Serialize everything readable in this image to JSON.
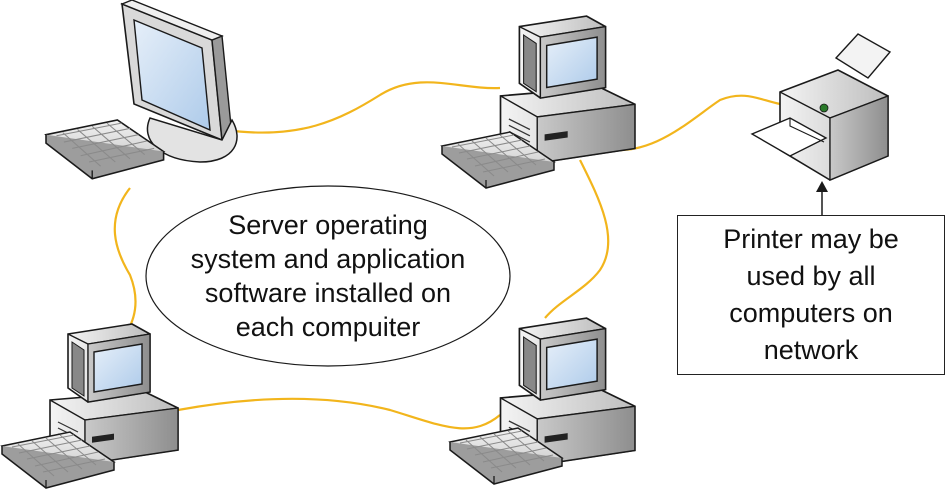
{
  "diagram": {
    "ellipse_lines": [
      "Server operating",
      "system and application",
      "software installed on",
      "each compuiter"
    ],
    "callout_lines": [
      "Printer may be",
      "used by all",
      "computers on",
      "network"
    ]
  },
  "colors": {
    "cable": "#F2B51C",
    "outline": "#1a1a1a",
    "case_light": "#ececec",
    "case_dark": "#a9a9a9",
    "screen": "#c9dbf0"
  },
  "icons": [
    "desktop-computer-icon",
    "lcd-monitor-icon",
    "keyboard-icon",
    "printer-icon"
  ]
}
